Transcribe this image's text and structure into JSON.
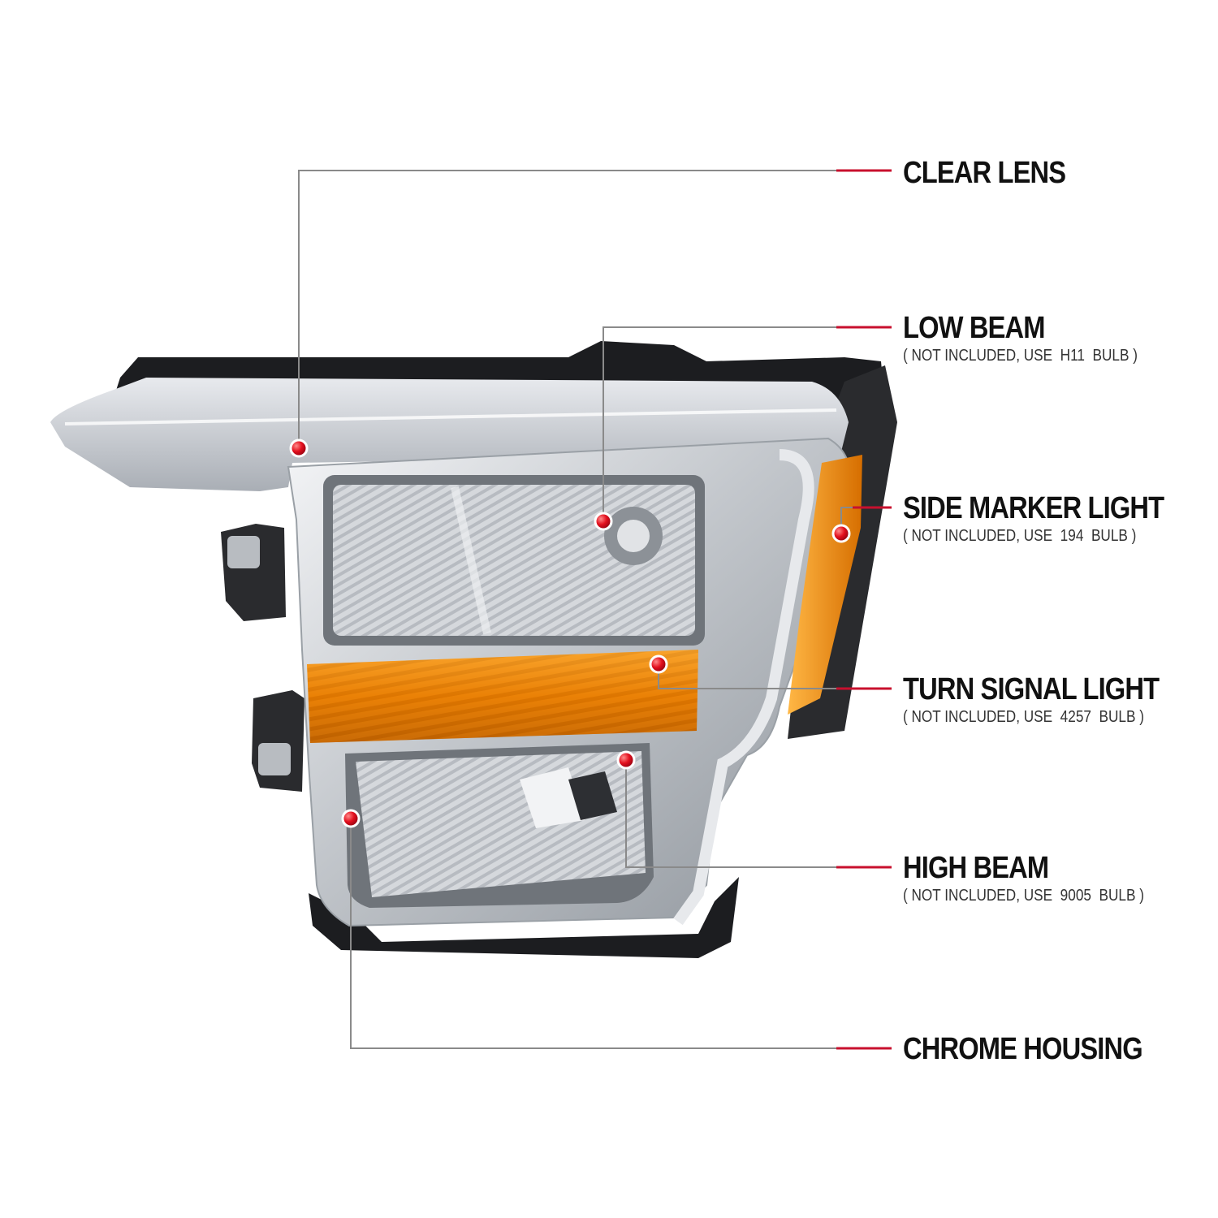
{
  "callouts": [
    {
      "key": "clear_lens",
      "title": "CLEAR LENS"
    },
    {
      "key": "low_beam",
      "title": "LOW BEAM",
      "note": "( NOT INCLUDED, USE  H11  BULB )"
    },
    {
      "key": "side_marker",
      "title": "SIDE MARKER LIGHT",
      "note": "( NOT INCLUDED, USE  194  BULB )"
    },
    {
      "key": "turn_signal",
      "title": "TURN SIGNAL LIGHT",
      "note": "( NOT INCLUDED, USE  4257  BULB )"
    },
    {
      "key": "high_beam",
      "title": "HIGH BEAM",
      "note": "( NOT INCLUDED, USE  9005  BULB )"
    },
    {
      "key": "chrome_housing",
      "title": "CHROME HOUSING"
    }
  ],
  "colors": {
    "accent": "#c8102e",
    "amber": "#f08c00",
    "chrome": "#c9cdd2",
    "leader_line": "#8a8a8a"
  }
}
